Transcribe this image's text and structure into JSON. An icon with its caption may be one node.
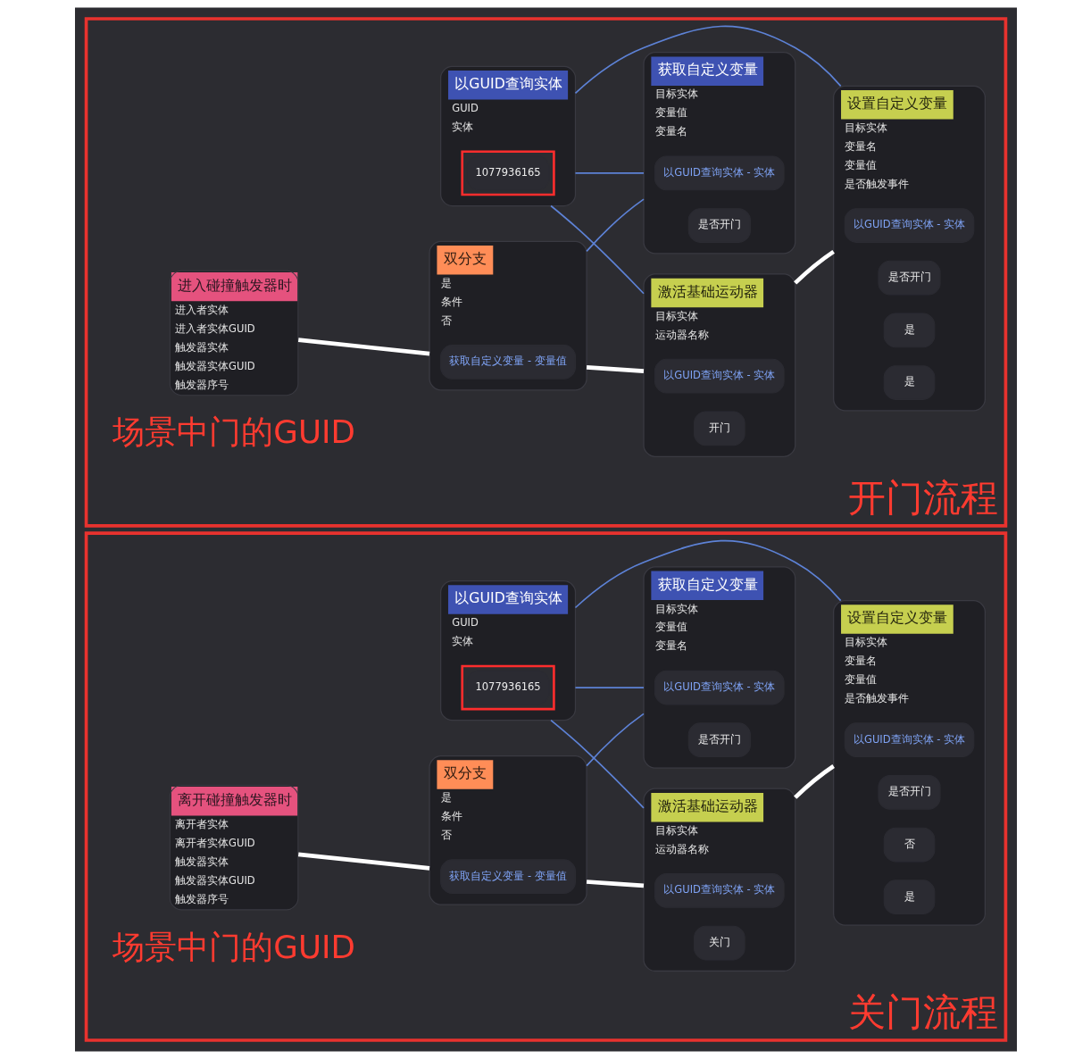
{
  "diagram": {
    "nodes": [
      {
        "text": [
          "开门流程"
        ]
      },
      {
        "text": [
          "进入碰撞触发器时",
          "进入者实体",
          "进入者实体GUID",
          "触发器实体",
          "触发器实体GUID",
          "触发器序号"
        ],
        "in": 0
      },
      {
        "text": [
          "双分支",
          "是",
          "条件",
          "否"
        ],
        "in": 0
      },
      {
        "text": [
          "获取自定义变量 - 变量值"
        ],
        "in": 2
      },
      {
        "text": [
          "激活基础运动器",
          "目标实体",
          "运动器名称"
        ],
        "in": 0
      },
      {
        "text": [
          "以GUID查询实体 - 实体"
        ],
        "in": 4
      },
      {
        "text": [
          "开门"
        ],
        "in": 4
      },
      {
        "text": [
          "设置自定义变量",
          "目标实体",
          "变量名",
          "变量值",
          "是否触发事件"
        ],
        "in": 0
      },
      {
        "text": [
          "以GUID查询实体 - 实体"
        ],
        "in": 7
      },
      {
        "text": [
          "是否开门"
        ],
        "in": 7
      },
      {
        "text": [
          "是"
        ],
        "in": 7
      },
      {
        "text": [
          "是"
        ],
        "in": 7
      },
      {
        "text": [
          "以GUID查询实体",
          "GUID",
          "实体"
        ],
        "in": 0
      },
      {
        "text": [],
        "shape": "box",
        "in": 12
      },
      {
        "text": [
          "1077936165"
        ],
        "in": 13
      },
      {
        "text": [
          "获取自定义变量",
          "目标实体",
          "变量值",
          "变量名"
        ],
        "in": 0
      },
      {
        "text": [
          "以GUID查询实体 - 实体"
        ],
        "in": 15
      },
      {
        "text": [
          "是否开门"
        ],
        "in": 15
      },
      {
        "text": [
          "关门流程"
        ]
      },
      {
        "text": [
          "离开碰撞触发器时",
          "离开者实体",
          "离开者实体GUID",
          "触发器实体",
          "触发器实体GUID",
          "触发器序号"
        ],
        "in": 18
      },
      {
        "text": [
          "双分支",
          "是",
          "条件",
          "否"
        ],
        "in": 18
      },
      {
        "text": [
          "获取自定义变量 - 变量值"
        ],
        "in": 20
      },
      {
        "text": [
          "激活基础运动器",
          "目标实体",
          "运动器名称"
        ],
        "in": 18
      },
      {
        "text": [
          "以GUID查询实体 - 实体"
        ],
        "in": 22
      },
      {
        "text": [
          "关门"
        ],
        "in": 22
      },
      {
        "text": [
          "设置自定义变量",
          "目标实体",
          "变量名",
          "变量值",
          "是否触发事件"
        ],
        "in": 18
      },
      {
        "text": [
          "以GUID查询实体 - 实体"
        ],
        "in": 25
      },
      {
        "text": [
          "是否开门"
        ],
        "in": 25
      },
      {
        "text": [
          "否"
        ],
        "in": 25
      },
      {
        "text": [
          "是"
        ],
        "in": 25
      },
      {
        "text": [
          "以GUID查询实体",
          "GUID",
          "实体"
        ],
        "in": 18
      },
      {
        "text": [],
        "shape": "box",
        "in": 30
      },
      {
        "text": [
          "1077936165"
        ],
        "in": 31
      },
      {
        "text": [
          "获取自定义变量",
          "目标实体",
          "变量值",
          "变量名"
        ],
        "in": 18
      },
      {
        "text": [
          "以GUID查询实体 - 实体"
        ],
        "in": 33
      },
      {
        "text": [
          "是否开门"
        ],
        "in": 33
      }
    ],
    "edges": [
      {
        "from": 1,
        "to": 2,
        "arrow": "none",
        "style": "thick",
        "color": "#ffffff"
      },
      {
        "from": 2,
        "to": 4,
        "arrow": "none",
        "style": "thick",
        "color": "#ffffff"
      },
      {
        "from": 4,
        "to": 7,
        "arrow": "none",
        "style": "thick",
        "color": "#ffffff"
      },
      {
        "from": 12,
        "to": 4,
        "arrow": "none"
      },
      {
        "from": 12,
        "to": 7,
        "arrow": "none"
      },
      {
        "from": 12,
        "to": 15,
        "arrow": "none"
      },
      {
        "from": 15,
        "to": 2,
        "arrow": "none"
      },
      {
        "from": 19,
        "to": 20,
        "arrow": "none",
        "style": "thick",
        "color": "#ffffff"
      },
      {
        "from": 20,
        "to": 22,
        "arrow": "none",
        "style": "thick",
        "color": "#ffffff"
      },
      {
        "from": 22,
        "to": 25,
        "arrow": "none",
        "style": "thick",
        "color": "#ffffff"
      },
      {
        "from": 30,
        "to": 22,
        "arrow": "none"
      },
      {
        "from": 30,
        "to": 25,
        "arrow": "none"
      },
      {
        "from": 30,
        "to": 33,
        "arrow": "none"
      },
      {
        "from": 33,
        "to": 20,
        "arrow": "none"
      }
    ],
    "labels": [
      "场景中门的GUID",
      "场景中门的GUID"
    ]
  }
}
